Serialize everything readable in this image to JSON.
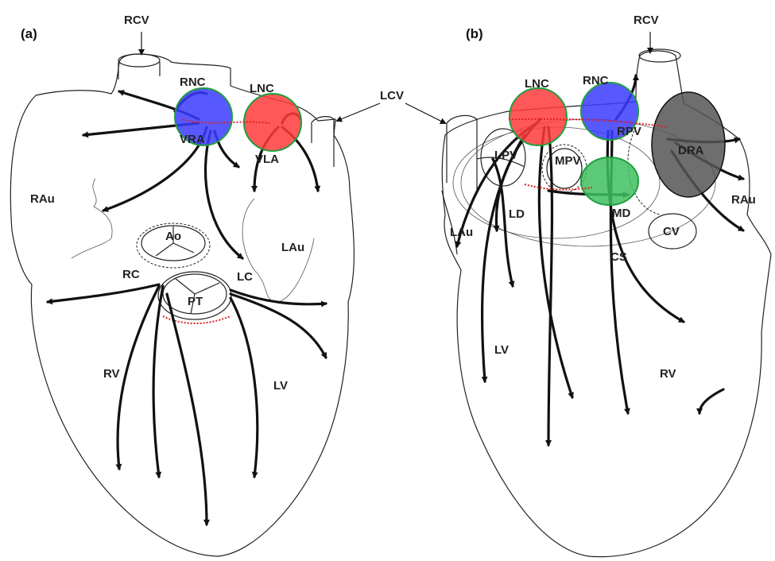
{
  "panels": {
    "a": {
      "tag": "(a)",
      "labels": {
        "rcv": "RCV",
        "rnc": "RNC",
        "lnc": "LNC",
        "vra": "VRA",
        "vla": "VLA",
        "rau": "RAu",
        "lau": "LAu",
        "ao": "Ao",
        "pt": "PT",
        "rc": "RC",
        "lc": "LC",
        "rv": "RV",
        "lv": "LV"
      }
    },
    "b": {
      "tag": "(b)",
      "labels": {
        "rcv": "RCV",
        "lnc": "LNC",
        "rnc": "RNC",
        "rpv": "RPV",
        "dra": "DRA",
        "lpv": "LPV",
        "mpv": "MPV",
        "md": "MD",
        "ld": "LD",
        "lau": "LAu",
        "rau": "RAu",
        "cv": "CV",
        "cs": "CS",
        "lv": "LV",
        "rv": "RV"
      }
    },
    "shared": {
      "lcv": "LCV"
    }
  },
  "highlights": {
    "blue": "#3b3bff",
    "red": "#ff3b3b",
    "green": "#3fbf5f",
    "gray": "#555555",
    "ring_green": "#1e9e3e"
  }
}
